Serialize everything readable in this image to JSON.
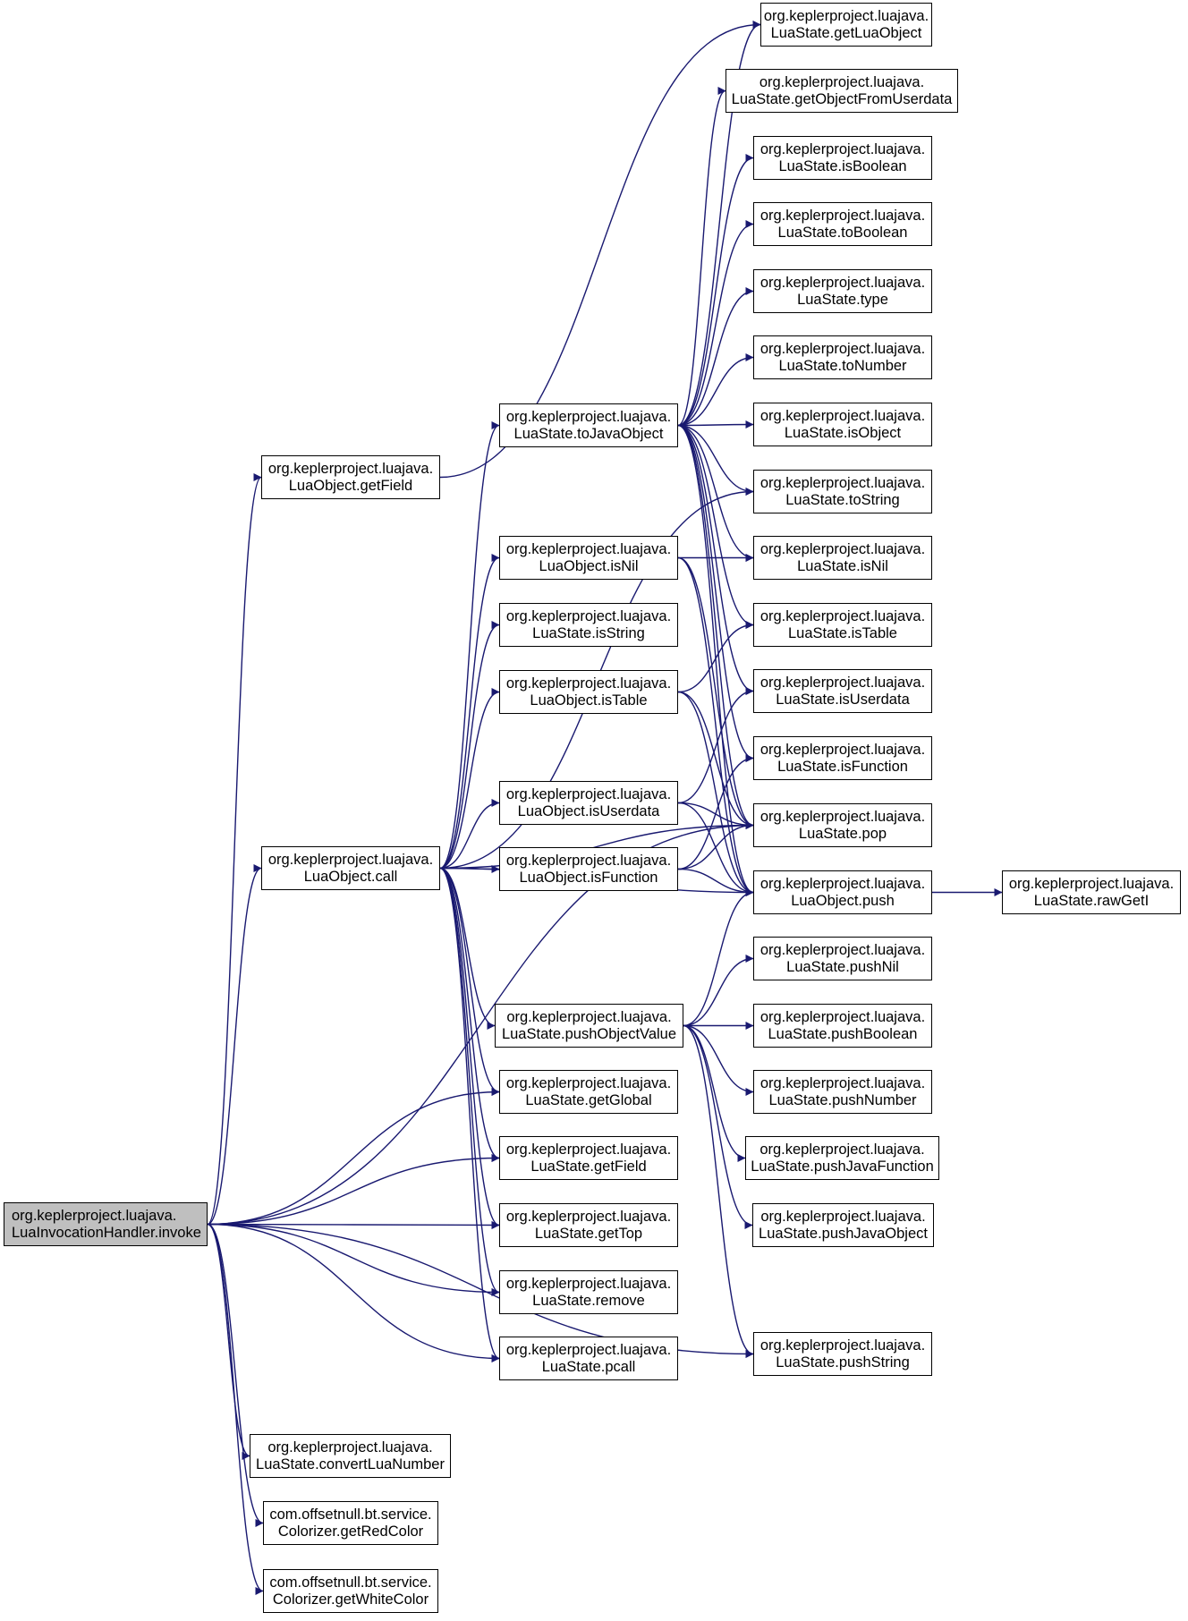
{
  "diagram": {
    "edge_color": "#191970",
    "root_fill": "#bfbfbf",
    "nodes": {
      "invoke": {
        "line1": "org.keplerproject.luajava.",
        "line2": "LuaInvocationHandler.invoke"
      },
      "getField_LO": {
        "line1": "org.keplerproject.luajava.",
        "line2": "LuaObject.getField"
      },
      "call": {
        "line1": "org.keplerproject.luajava.",
        "line2": "LuaObject.call"
      },
      "convertLuaNumber": {
        "line1": "org.keplerproject.luajava.",
        "line2": "LuaState.convertLuaNumber"
      },
      "getRedColor": {
        "line1": "com.offsetnull.bt.service.",
        "line2": "Colorizer.getRedColor"
      },
      "getWhiteColor": {
        "line1": "com.offsetnull.bt.service.",
        "line2": "Colorizer.getWhiteColor"
      },
      "toJavaObject": {
        "line1": "org.keplerproject.luajava.",
        "line2": "LuaState.toJavaObject"
      },
      "isNil_LO": {
        "line1": "org.keplerproject.luajava.",
        "line2": "LuaObject.isNil"
      },
      "isString": {
        "line1": "org.keplerproject.luajava.",
        "line2": "LuaState.isString"
      },
      "isTable_LO": {
        "line1": "org.keplerproject.luajava.",
        "line2": "LuaObject.isTable"
      },
      "isUserdata_LO": {
        "line1": "org.keplerproject.luajava.",
        "line2": "LuaObject.isUserdata"
      },
      "isFunction_LO": {
        "line1": "org.keplerproject.luajava.",
        "line2": "LuaObject.isFunction"
      },
      "pushObjectValue": {
        "line1": "org.keplerproject.luajava.",
        "line2": "LuaState.pushObjectValue"
      },
      "getGlobal": {
        "line1": "org.keplerproject.luajava.",
        "line2": "LuaState.getGlobal"
      },
      "getField_LS": {
        "line1": "org.keplerproject.luajava.",
        "line2": "LuaState.getField"
      },
      "getTop": {
        "line1": "org.keplerproject.luajava.",
        "line2": "LuaState.getTop"
      },
      "remove": {
        "line1": "org.keplerproject.luajava.",
        "line2": "LuaState.remove"
      },
      "pcall": {
        "line1": "org.keplerproject.luajava.",
        "line2": "LuaState.pcall"
      },
      "getLuaObject": {
        "line1": "org.keplerproject.luajava.",
        "line2": "LuaState.getLuaObject"
      },
      "getObjectFromUserdata": {
        "line1": "org.keplerproject.luajava.",
        "line2": "LuaState.getObjectFromUserdata"
      },
      "isBoolean": {
        "line1": "org.keplerproject.luajava.",
        "line2": "LuaState.isBoolean"
      },
      "toBoolean": {
        "line1": "org.keplerproject.luajava.",
        "line2": "LuaState.toBoolean"
      },
      "type": {
        "line1": "org.keplerproject.luajava.",
        "line2": "LuaState.type"
      },
      "toNumber": {
        "line1": "org.keplerproject.luajava.",
        "line2": "LuaState.toNumber"
      },
      "isObject": {
        "line1": "org.keplerproject.luajava.",
        "line2": "LuaState.isObject"
      },
      "toString": {
        "line1": "org.keplerproject.luajava.",
        "line2": "LuaState.toString"
      },
      "isNil_LS": {
        "line1": "org.keplerproject.luajava.",
        "line2": "LuaState.isNil"
      },
      "isTable_LS": {
        "line1": "org.keplerproject.luajava.",
        "line2": "LuaState.isTable"
      },
      "isUserdata_LS": {
        "line1": "org.keplerproject.luajava.",
        "line2": "LuaState.isUserdata"
      },
      "isFunction_LS": {
        "line1": "org.keplerproject.luajava.",
        "line2": "LuaState.isFunction"
      },
      "pop": {
        "line1": "org.keplerproject.luajava.",
        "line2": "LuaState.pop"
      },
      "push_LO": {
        "line1": "org.keplerproject.luajava.",
        "line2": "LuaObject.push"
      },
      "pushNil": {
        "line1": "org.keplerproject.luajava.",
        "line2": "LuaState.pushNil"
      },
      "pushBoolean": {
        "line1": "org.keplerproject.luajava.",
        "line2": "LuaState.pushBoolean"
      },
      "pushNumber": {
        "line1": "org.keplerproject.luajava.",
        "line2": "LuaState.pushNumber"
      },
      "pushJavaFunction": {
        "line1": "org.keplerproject.luajava.",
        "line2": "LuaState.pushJavaFunction"
      },
      "pushJavaObject": {
        "line1": "org.keplerproject.luajava.",
        "line2": "LuaState.pushJavaObject"
      },
      "pushString": {
        "line1": "org.keplerproject.luajava.",
        "line2": "LuaState.pushString"
      },
      "rawGetI": {
        "line1": "org.keplerproject.luajava.",
        "line2": "LuaState.rawGetI"
      }
    },
    "edges": [
      [
        "invoke",
        "getField_LO"
      ],
      [
        "invoke",
        "call"
      ],
      [
        "invoke",
        "convertLuaNumber"
      ],
      [
        "invoke",
        "getRedColor"
      ],
      [
        "invoke",
        "getWhiteColor"
      ],
      [
        "invoke",
        "getField_LS"
      ],
      [
        "invoke",
        "getGlobal"
      ],
      [
        "invoke",
        "getTop"
      ],
      [
        "invoke",
        "remove"
      ],
      [
        "invoke",
        "pcall"
      ],
      [
        "invoke",
        "pop"
      ],
      [
        "invoke",
        "pushString"
      ],
      [
        "getField_LO",
        "getLuaObject"
      ],
      [
        "call",
        "toJavaObject"
      ],
      [
        "call",
        "isNil_LO"
      ],
      [
        "call",
        "isString"
      ],
      [
        "call",
        "isTable_LO"
      ],
      [
        "call",
        "isUserdata_LO"
      ],
      [
        "call",
        "isFunction_LO"
      ],
      [
        "call",
        "pushObjectValue"
      ],
      [
        "call",
        "getGlobal"
      ],
      [
        "call",
        "getField_LS"
      ],
      [
        "call",
        "getTop"
      ],
      [
        "call",
        "remove"
      ],
      [
        "call",
        "pcall"
      ],
      [
        "call",
        "toString"
      ],
      [
        "call",
        "pop"
      ],
      [
        "call",
        "push_LO"
      ],
      [
        "toJavaObject",
        "getLuaObject"
      ],
      [
        "toJavaObject",
        "getObjectFromUserdata"
      ],
      [
        "toJavaObject",
        "isBoolean"
      ],
      [
        "toJavaObject",
        "toBoolean"
      ],
      [
        "toJavaObject",
        "type"
      ],
      [
        "toJavaObject",
        "toNumber"
      ],
      [
        "toJavaObject",
        "isObject"
      ],
      [
        "toJavaObject",
        "toString"
      ],
      [
        "toJavaObject",
        "isNil_LS"
      ],
      [
        "toJavaObject",
        "isTable_LS"
      ],
      [
        "toJavaObject",
        "isUserdata_LS"
      ],
      [
        "toJavaObject",
        "isFunction_LS"
      ],
      [
        "toJavaObject",
        "pop"
      ],
      [
        "toJavaObject",
        "push_LO"
      ],
      [
        "isNil_LO",
        "isNil_LS"
      ],
      [
        "isNil_LO",
        "pop"
      ],
      [
        "isNil_LO",
        "push_LO"
      ],
      [
        "isTable_LO",
        "isTable_LS"
      ],
      [
        "isTable_LO",
        "pop"
      ],
      [
        "isTable_LO",
        "push_LO"
      ],
      [
        "isUserdata_LO",
        "isUserdata_LS"
      ],
      [
        "isUserdata_LO",
        "pop"
      ],
      [
        "isUserdata_LO",
        "push_LO"
      ],
      [
        "isFunction_LO",
        "isFunction_LS"
      ],
      [
        "isFunction_LO",
        "pop"
      ],
      [
        "isFunction_LO",
        "push_LO"
      ],
      [
        "pushObjectValue",
        "push_LO"
      ],
      [
        "pushObjectValue",
        "pushNil"
      ],
      [
        "pushObjectValue",
        "pushBoolean"
      ],
      [
        "pushObjectValue",
        "pushNumber"
      ],
      [
        "pushObjectValue",
        "pushJavaFunction"
      ],
      [
        "pushObjectValue",
        "pushJavaObject"
      ],
      [
        "pushObjectValue",
        "pushString"
      ],
      [
        "push_LO",
        "rawGetI"
      ]
    ]
  }
}
